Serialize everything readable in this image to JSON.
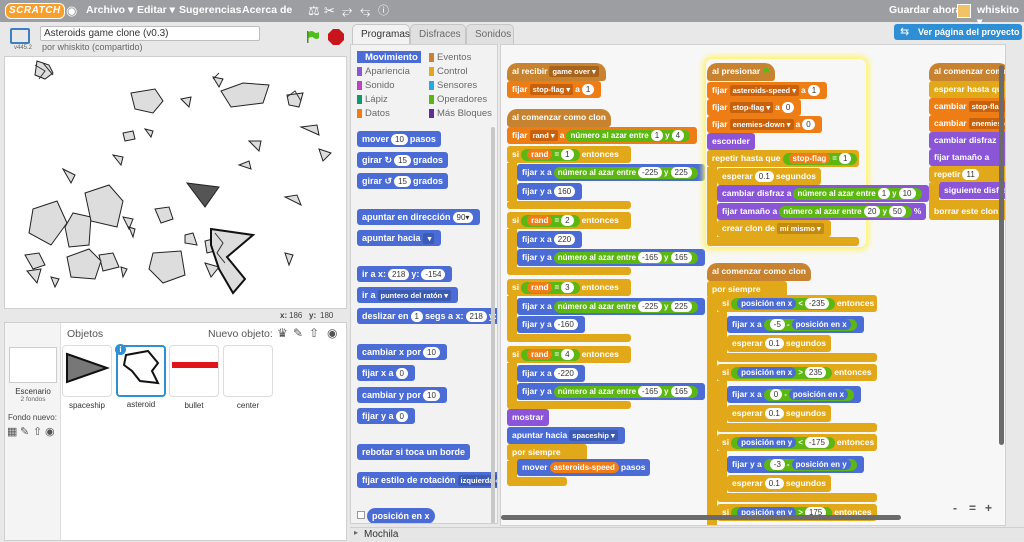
{
  "topbar": {
    "logo": "SCRATCH",
    "menu": [
      "Archivo ▾",
      "Editar ▾",
      "Sugerencias",
      "Acerca de"
    ],
    "save_now": "Guardar ahora",
    "user": "whiskito ▾"
  },
  "project": {
    "title": "Asteroids game clone (v0.3)",
    "by": "por whiskito (compartido)",
    "version": "v445.2",
    "see_page": "Ver página del proyecto"
  },
  "stage": {
    "coords_x_label": "x:",
    "coords_x": "186",
    "coords_y_label": "y:",
    "coords_y": "180"
  },
  "sprites": {
    "title": "Objetos",
    "new_object": "Nuevo objeto:",
    "stage_label": "Escenario",
    "stage_sub": "2 fondos",
    "new_backdrop": "Fondo nuevo:",
    "items": [
      "spaceship",
      "asteroid",
      "bullet",
      "center"
    ]
  },
  "tabs": [
    "Programas",
    "Disfraces",
    "Sonidos"
  ],
  "categories": {
    "left": [
      "Movimiento",
      "Apariencia",
      "Sonido",
      "Lápiz",
      "Datos"
    ],
    "right": [
      "Eventos",
      "Control",
      "Sensores",
      "Operadores",
      "Más Bloques"
    ],
    "colors_left": [
      "#4a6cd4",
      "#8a55d7",
      "#bb42c3",
      "#0e9a6c",
      "#ee7d16"
    ],
    "colors_right": [
      "#c88330",
      "#e1a91a",
      "#2ca5e2",
      "#5cb712",
      "#632d99"
    ]
  },
  "palette": {
    "mover": "mover",
    "mover_n": "10",
    "pasos": "pasos",
    "girar": "girar",
    "girar_n": "15",
    "grados": "grados",
    "apuntar_dir": "apuntar en dirección",
    "apuntar_dir_v": "90▾",
    "apuntar_hacia": "apuntar hacia",
    "ir_a": "ir a x:",
    "ir_x": "218",
    "ir_y_label": "y:",
    "ir_y": "-154",
    "ir_a2": "ir a",
    "ir_a2_v": "puntero del ratón ▾",
    "deslizar": "deslizar en",
    "deslizar_n": "1",
    "deslizar_mid": "segs a x:",
    "deslizar_x": "218",
    "deslizar_y": "y:",
    "cambiar_x": "cambiar x por",
    "cambiar_x_n": "10",
    "fijar_x": "fijar x a",
    "fijar_x_n": "0",
    "cambiar_y": "cambiar y por",
    "cambiar_y_n": "10",
    "fijar_y": "fijar y a",
    "fijar_y_n": "0",
    "rebotar": "rebotar si toca un borde",
    "estilo": "fijar estilo de rotación",
    "estilo_v": "izquierda-de",
    "posicion": "posición en x"
  },
  "scripts": {
    "s1_hat": "al recibir",
    "s1_msg": "game over ▾",
    "s1_fijar": "fijar",
    "s1_var": "stop-flag ▾",
    "s1_a": "a",
    "s1_val": "1",
    "s2_hat": "al comenzar como clon",
    "s2_fijar": "fijar",
    "s2_var": "rand ▾",
    "s2_a": "a",
    "s2_rand": "número al azar entre",
    "s2_r1": "1",
    "s2_y": "y",
    "s2_r2": "4",
    "si": "si",
    "entonces": "entonces",
    "rand": "rand",
    "eq": "=",
    "if_vals": [
      "1",
      "2",
      "3",
      "4"
    ],
    "fijar_x": "fijar x a",
    "fijar_y": "fijar y a",
    "numaz": "número al azar entre",
    "y": "y",
    "b1_x": [
      "-225",
      "225"
    ],
    "b1_y": "160",
    "b2_x": "220",
    "b2_y": [
      "-165",
      "165"
    ],
    "b3_x": [
      "-225",
      "225"
    ],
    "b3_y": "-160",
    "b4_x": "-220",
    "b4_y": [
      "-165",
      "165"
    ],
    "mostrar": "mostrar",
    "apuntar": "apuntar hacia",
    "apuntar_v": "spaceship ▾",
    "siempre": "por siempre",
    "mover": "mover",
    "mover_v": "asteroids-speed",
    "pasos": "pasos",
    "s3_hat": "al presionar",
    "s3_f1_var": "asteroids-speed ▾",
    "s3_f1_val": "1",
    "s3_f2_var": "stop-flag ▾",
    "s3_f2_val": "0",
    "s3_f3_var": "enemies-down ▾",
    "s3_f3_val": "0",
    "esconder": "esconder",
    "repetir": "repetir hasta que",
    "rep_var": "stop-flag",
    "rep_val": "1",
    "esperar": "esperar",
    "esperar_v": "0.1",
    "segundos": "segundos",
    "cambiar_disf": "cambiar disfraz a",
    "cd_r1": "1",
    "cd_r2": "10",
    "fijar_tam": "fijar tamaño a",
    "ft_r1": "20",
    "ft_r2": "50",
    "pct": "%",
    "crear_clon": "crear clon de",
    "crear_clon_v": "mí mismo ▾",
    "s4_hat": "al comenzar como clon",
    "pos_x": "posición en x",
    "pos_y": "posición en y",
    "lt": "<",
    "gt": ">",
    "c1": "-235",
    "c2": "235",
    "c3": "-175",
    "c4": "175",
    "fx_a": "fijar x a",
    "fy_a": "fijar y a",
    "minus5": "-5",
    "minus3": "-3",
    "zero": "0",
    "minus_op": "-",
    "plus_op": "+",
    "s5_hat": "al comenzar como",
    "s5_esp": "esperar hasta qu",
    "s5_cam1": "cambiar",
    "s5_cam1v": "stop-flag",
    "s5_cam2": "cambiar",
    "s5_cam2v": "enemies-d",
    "s5_cd": "cambiar disfraz",
    "s5_ft": "fijar tamaño a",
    "s5_rep": "repetir",
    "s5_rep_v": "11",
    "s5_sig": "siguiente disfra",
    "s5_borrar": "borrar este clon"
  },
  "zoom": {
    "minus": "-",
    "eq": "=",
    "plus": "+"
  },
  "mochila": "Mochila"
}
